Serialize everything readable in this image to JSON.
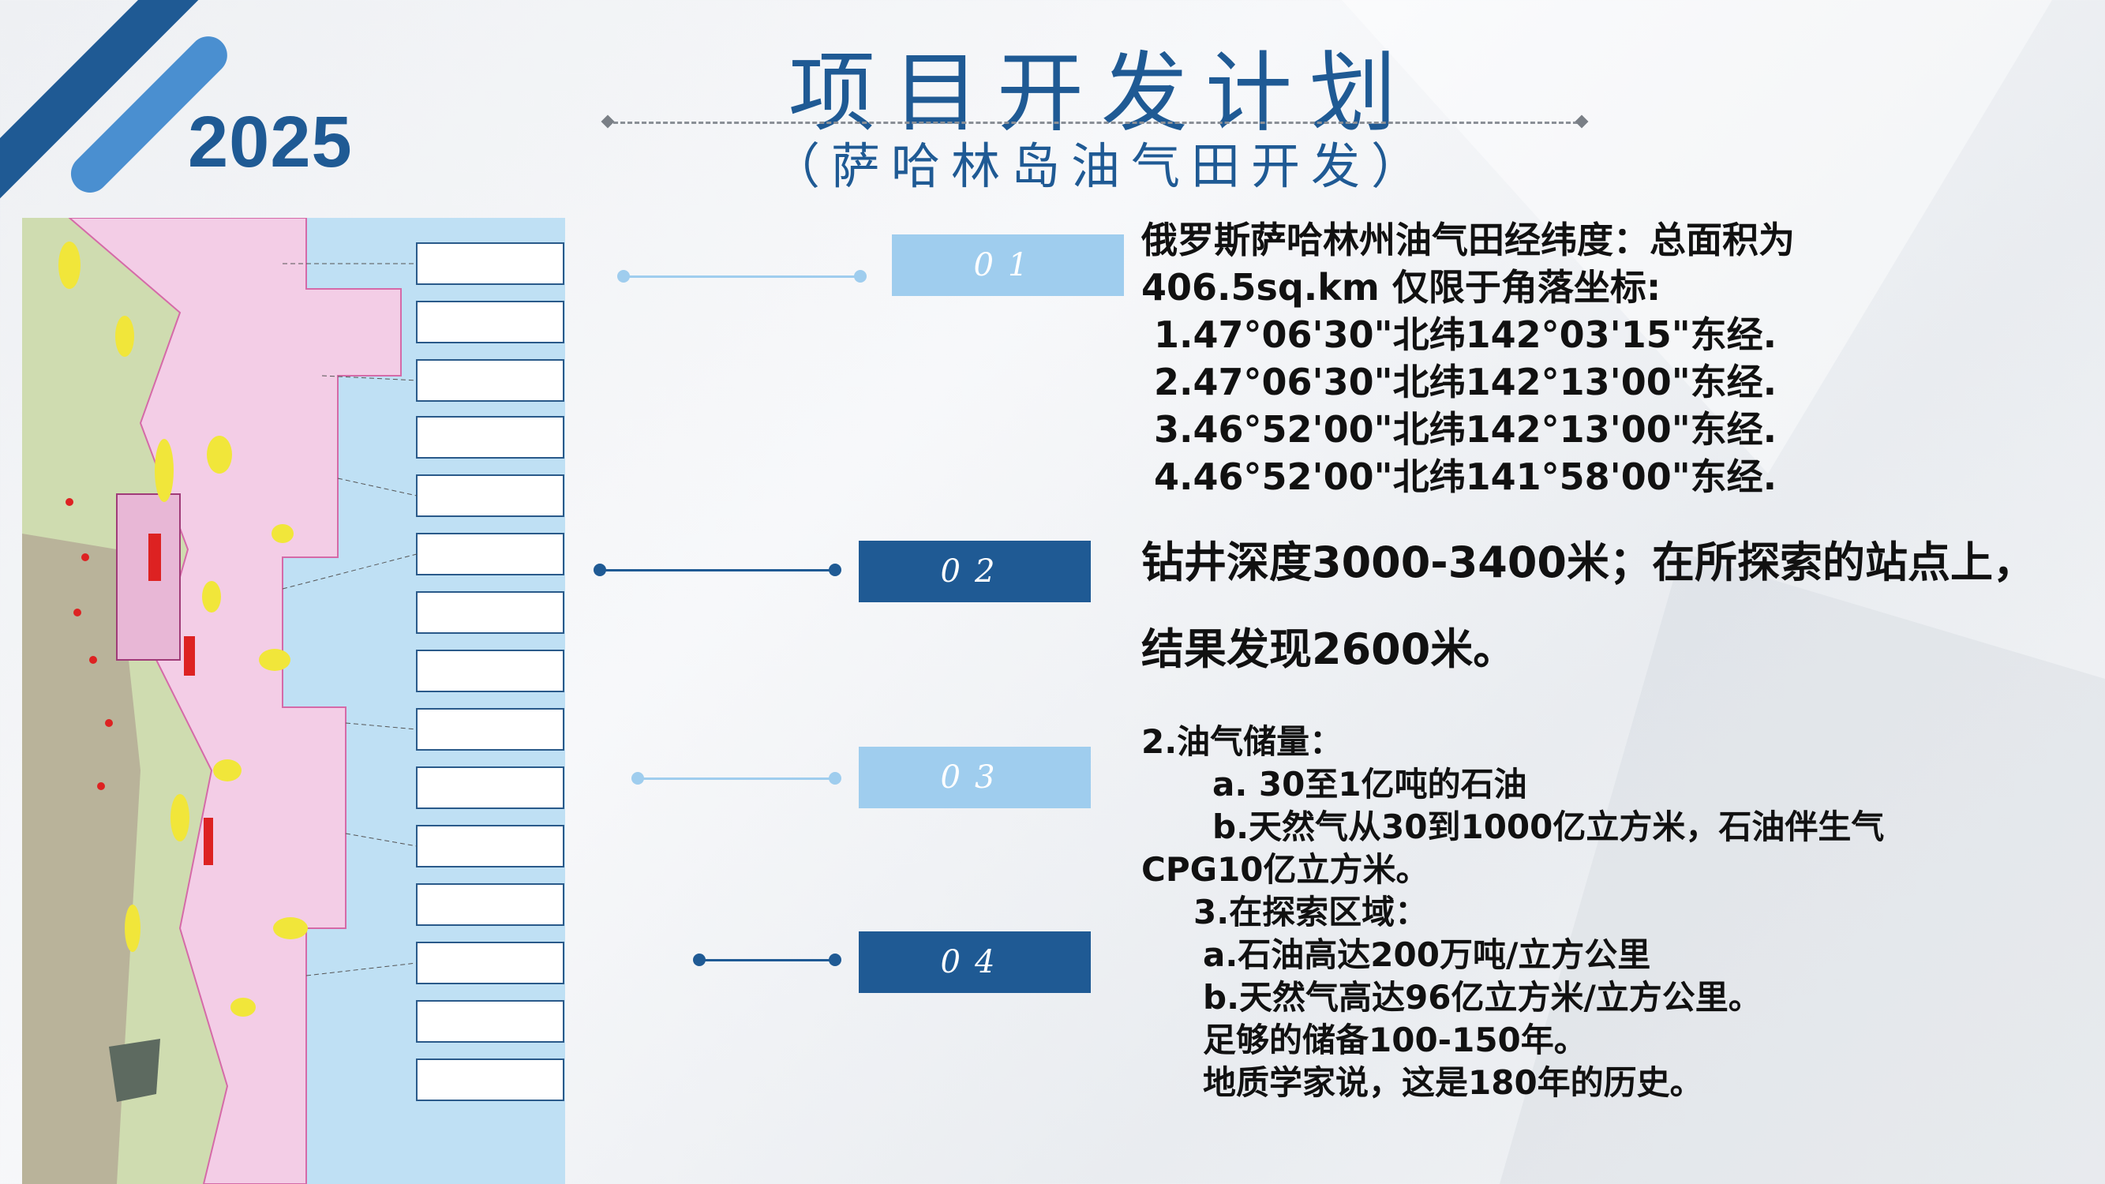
{
  "header": {
    "year": "2025",
    "title": "项目开发计划",
    "subtitle": "（萨哈林岛油气田开发）"
  },
  "colors": {
    "dark_blue": "#1f5a94",
    "light_blue": "#9fcdee"
  },
  "markers": [
    {
      "label": "01"
    },
    {
      "label": "02"
    },
    {
      "label": "03"
    },
    {
      "label": "04"
    }
  ],
  "map_image": {
    "description_icon": "sakhalin-license-map-image"
  },
  "section1": {
    "lines": [
      "俄罗斯萨哈林州油气田经纬度：总面积为",
      "406.5sq.km 仅限于角落坐标:",
      " 1.47°06'30\"北纬142°03'15\"东经.",
      " 2.47°06'30\"北纬142°13'00\"东经.",
      " 3.46°52'00\"北纬142°13'00\"东经.",
      " 4.46°52'00\"北纬141°58'00\"东经."
    ]
  },
  "section2": {
    "lines": [
      "钻井深度3000-3400米；在所探索的站点上，",
      "结果发现2600米。"
    ]
  },
  "section3": {
    "lines": [
      "2.油气储量：",
      "a. 30至1亿吨的石油",
      "b.天然气从30到1000亿立方米，石油伴生气",
      "CPG10亿立方米。",
      "3.在探索区域：",
      "a.石油高达200万吨/立方公里",
      "b.天然气高达96亿立方米/立方公里。",
      "足够的储备100-150年。",
      "地质学家说，这是180年的历史。"
    ]
  }
}
